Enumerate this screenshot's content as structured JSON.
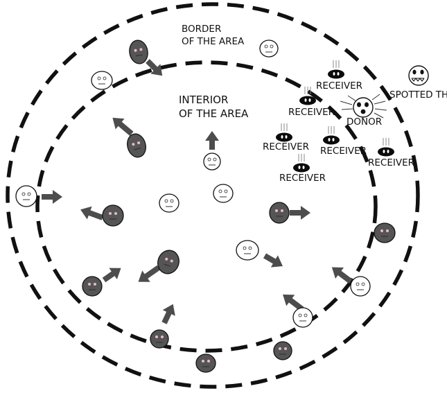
{
  "labels": {
    "border": [
      "BORDER",
      "OF THE AREA"
    ],
    "interior": [
      "INTERIOR",
      "OF THE AREA"
    ],
    "donor": "DONOR",
    "receiver": "RECEIVER",
    "threat": "SPOTTED THREAT"
  },
  "colors": {
    "ring": "#111111",
    "dark_fill": "#555555",
    "light_fill": "#ffffff",
    "arrow": "#4d4d4d",
    "receiver_fill": "#0b0b0b"
  },
  "icons": {
    "light_face": "neutral-face-icon",
    "dark_face": "dark-face-icon",
    "receiver": "receiver-blob-icon",
    "donor": "donor-alarm-face-icon",
    "threat": "threat-face-icon",
    "arrow": "movement-arrow-icon"
  }
}
